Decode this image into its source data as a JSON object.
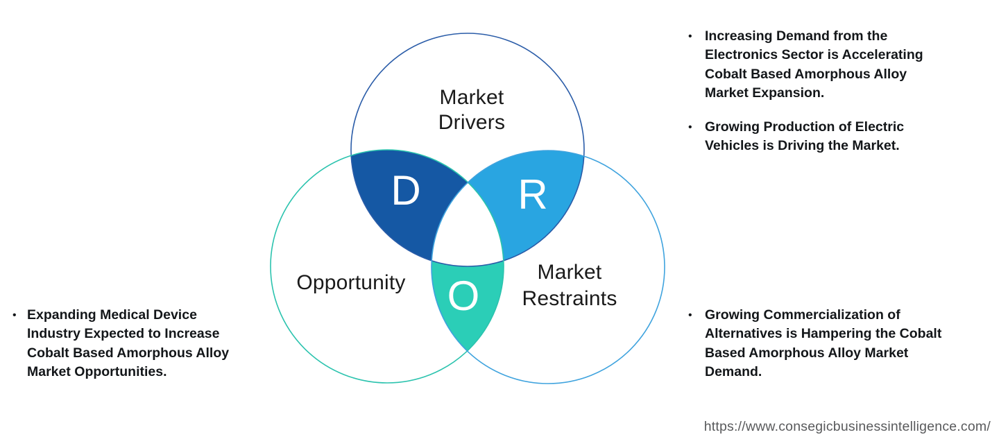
{
  "venn": {
    "circles": {
      "drivers": {
        "label": "Market\nDrivers",
        "letter": "D"
      },
      "opportunity": {
        "label": "Opportunity",
        "letter": "O"
      },
      "restraints": {
        "label": "Market\nRestraints",
        "letter": "R"
      }
    }
  },
  "bullets": {
    "drivers": [
      "Increasing Demand from the\nElectronics Sector is Accelerating\nCobalt Based Amorphous Alloy\nMarket Expansion.",
      "Growing Production of Electric\nVehicles is Driving the Market."
    ],
    "restraints": [
      "Growing Commercialization of\nAlternatives is Hampering the Cobalt\nBased Amorphous Alloy Market\nDemand."
    ],
    "opportunity": [
      "Expanding Medical Device\nIndustry Expected to Increase\nCobalt Based Amorphous Alloy\nMarket Opportunities."
    ]
  },
  "markers": {
    "bullet": "•"
  },
  "footer": {
    "url": "https://www.consegicbusinessintelligence.com/"
  },
  "colors": {
    "drivers_opportunity_overlap": "#1558A4",
    "drivers_restraints_overlap": "#29A5E1",
    "opportunity_restraints_overlap": "#2BCEB7",
    "center_overlap": "#ffffff",
    "drivers_stroke": "#2A5CA8",
    "opportunity_stroke": "#2BC3AE",
    "restraints_stroke": "#3FA3DE",
    "text": "#1a1a1a",
    "url_text": "#595a5c"
  }
}
